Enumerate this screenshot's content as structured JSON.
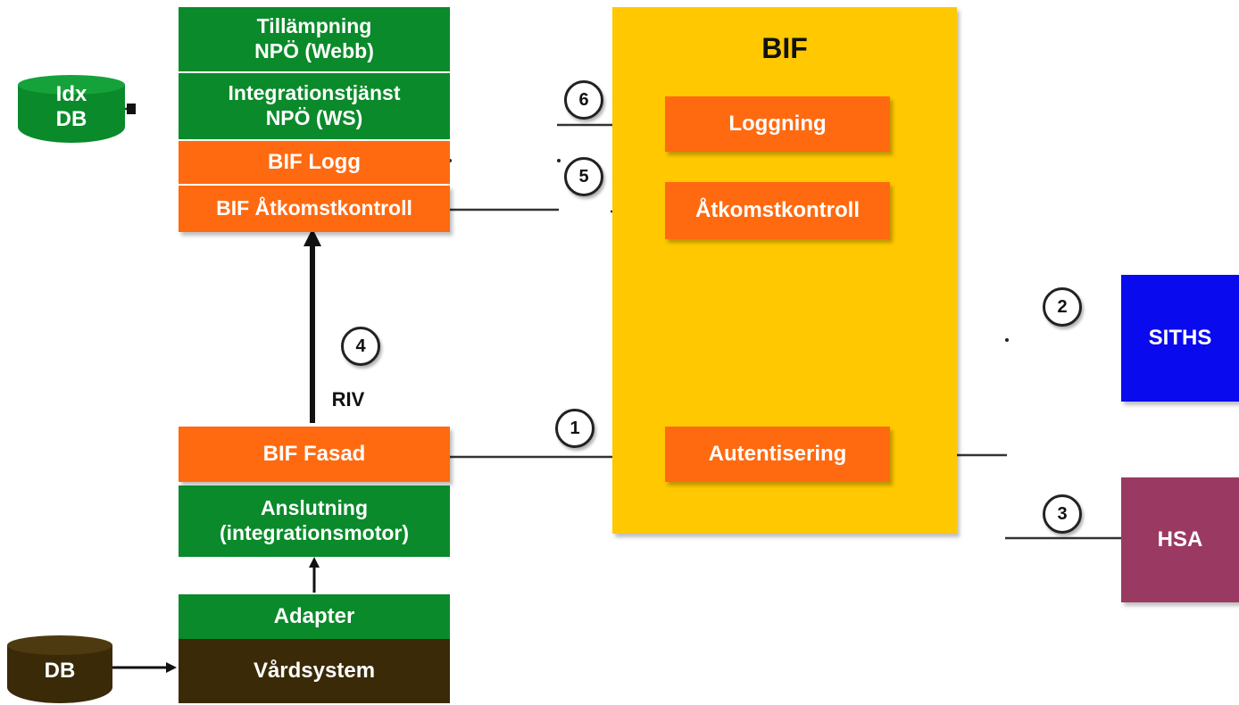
{
  "diagram": {
    "app_stack": {
      "tillampning": "Tillämpning\nNPÖ (Webb)",
      "integrationstjanst": "Integrationstjänst\nNPÖ (WS)",
      "bif_logg": "BIF Logg",
      "bif_atkomst": "BIF Åtkomstkontroll"
    },
    "idx_db": "Idx\nDB",
    "riv_label": "RIV",
    "source_stack": {
      "bif_fasad": "BIF Fasad",
      "anslutning": "Anslutning\n(integrationsmotor)",
      "adapter": "Adapter",
      "vardsystem": "Vårdsystem"
    },
    "db": "DB",
    "bif_panel": {
      "title": "BIF",
      "loggning": "Loggning",
      "atkomstkontroll": "Åtkomstkontroll",
      "autentisering": "Autentisering"
    },
    "siths": "SITHS",
    "hsa": "HSA",
    "steps": [
      "1",
      "2",
      "3",
      "4",
      "5",
      "6"
    ]
  },
  "colors": {
    "green": "#0a8a2a",
    "orange": "#ff6a10",
    "dark_brown": "#3a2a08",
    "bif_yellow": "#ffc800",
    "siths_blue": "#0a0aee",
    "hsa_purple": "#9a3a62"
  }
}
